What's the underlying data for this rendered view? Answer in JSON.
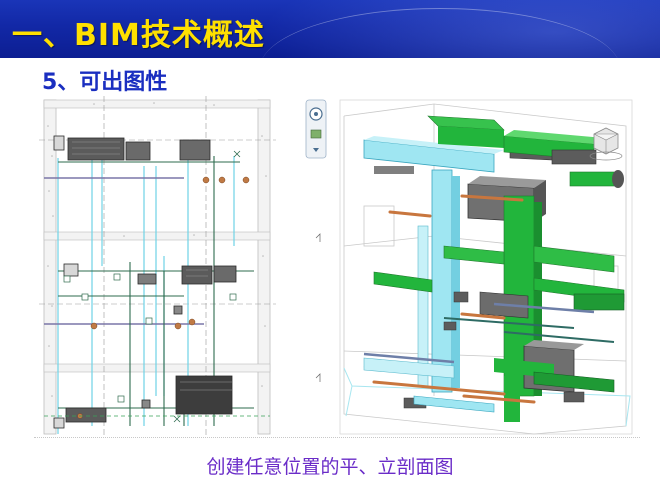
{
  "slide": {
    "title": "一、BIM技术概述",
    "subtitle": "5、可出图性",
    "caption": "创建任意位置的平、立剖面图"
  },
  "colors": {
    "title_bg": "#1228a6",
    "title_text": "#ffe000",
    "subtitle_text": "#1a2ec0",
    "caption_text": "#6a2cc8",
    "duct_cyan": "#9fe6f2",
    "duct_green": "#22b53c",
    "equipment_gray": "#6f6f6f",
    "pipe_orange": "#c8763e"
  },
  "icons": [
    "nav-wheel-icon",
    "view-cube-icon"
  ]
}
